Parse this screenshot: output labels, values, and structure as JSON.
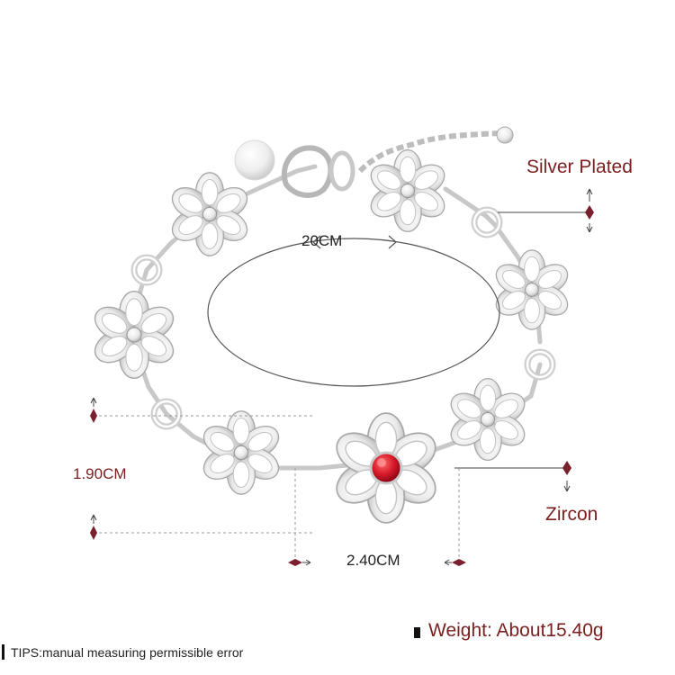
{
  "product": {
    "material_label": "Silver Plated",
    "stone_label": "Zircon",
    "length_label": "20CM",
    "height_label": "1.90CM",
    "width_label": "2.40CM",
    "weight_label": "Weight: About15.40g",
    "tips_label": "TIPS:manual measuring permissible error"
  },
  "colors": {
    "silver": "#e6e6e6",
    "silver_edge": "#b9b9b9",
    "gem": "#d81a2a",
    "label_red": "#7a1f1f",
    "marker": "#7a1f2e"
  },
  "icons": [
    "flower-link-icon",
    "ring-link-icon",
    "lobster-clasp-icon",
    "extender-chain-icon",
    "zircon-gem-icon"
  ]
}
